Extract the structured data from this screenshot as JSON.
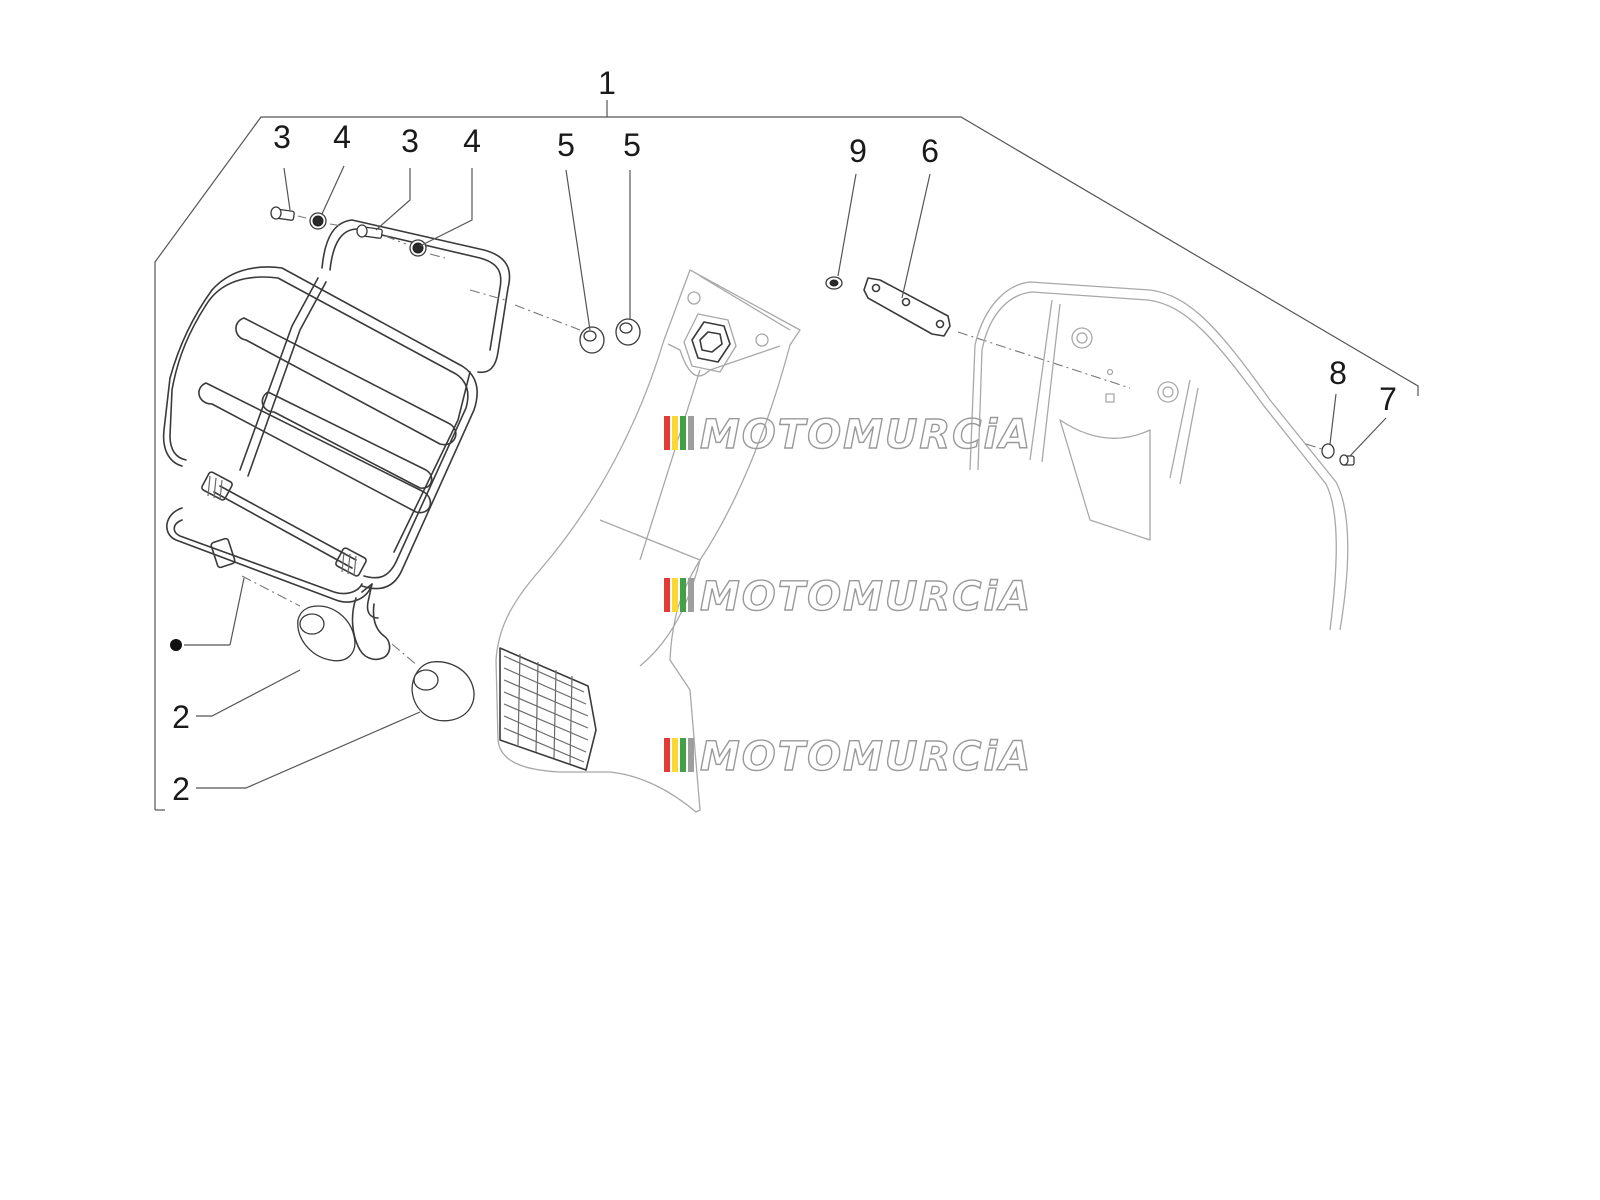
{
  "callouts": [
    {
      "id": "c1",
      "label": "1"
    },
    {
      "id": "c2a",
      "label": "2"
    },
    {
      "id": "c2b",
      "label": "2"
    },
    {
      "id": "c3a",
      "label": "3"
    },
    {
      "id": "c3b",
      "label": "3"
    },
    {
      "id": "c4a",
      "label": "4"
    },
    {
      "id": "c4b",
      "label": "4"
    },
    {
      "id": "c5a",
      "label": "5"
    },
    {
      "id": "c5b",
      "label": "5"
    },
    {
      "id": "c6",
      "label": "6"
    },
    {
      "id": "c7",
      "label": "7"
    },
    {
      "id": "c8",
      "label": "8"
    },
    {
      "id": "c9",
      "label": "9"
    }
  ],
  "watermark": {
    "text": "MOTOMURCiA",
    "stripe_colors": [
      "#e53935",
      "#fdd835",
      "#43a047",
      "#9e9e9e"
    ]
  },
  "colors": {
    "line": "#3a3a3a",
    "faint": "#a8a8a8",
    "text": "#1a1a1a"
  }
}
